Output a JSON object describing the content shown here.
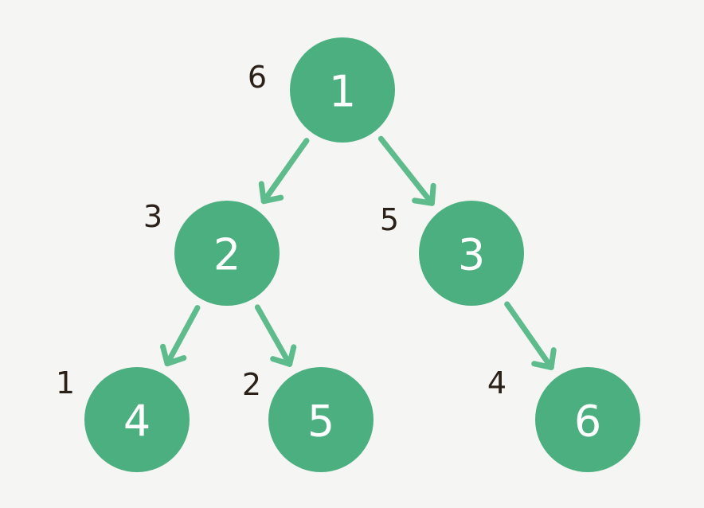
{
  "colors": {
    "background": "#f5f5f3",
    "node_fill": "#4caf7f",
    "node_text": "#ffffff",
    "edge": "#5dbb8c",
    "order_text": "#2b2118"
  },
  "tree": {
    "nodes": [
      {
        "id": "1",
        "label": "1",
        "order": "6"
      },
      {
        "id": "2",
        "label": "2",
        "order": "3"
      },
      {
        "id": "3",
        "label": "3",
        "order": "5"
      },
      {
        "id": "4",
        "label": "4",
        "order": "1"
      },
      {
        "id": "5",
        "label": "5",
        "order": "2"
      },
      {
        "id": "6",
        "label": "6",
        "order": "4"
      }
    ],
    "edges": [
      {
        "from": "1",
        "to": "2"
      },
      {
        "from": "1",
        "to": "3"
      },
      {
        "from": "2",
        "to": "4"
      },
      {
        "from": "2",
        "to": "5"
      },
      {
        "from": "3",
        "to": "6"
      }
    ]
  }
}
